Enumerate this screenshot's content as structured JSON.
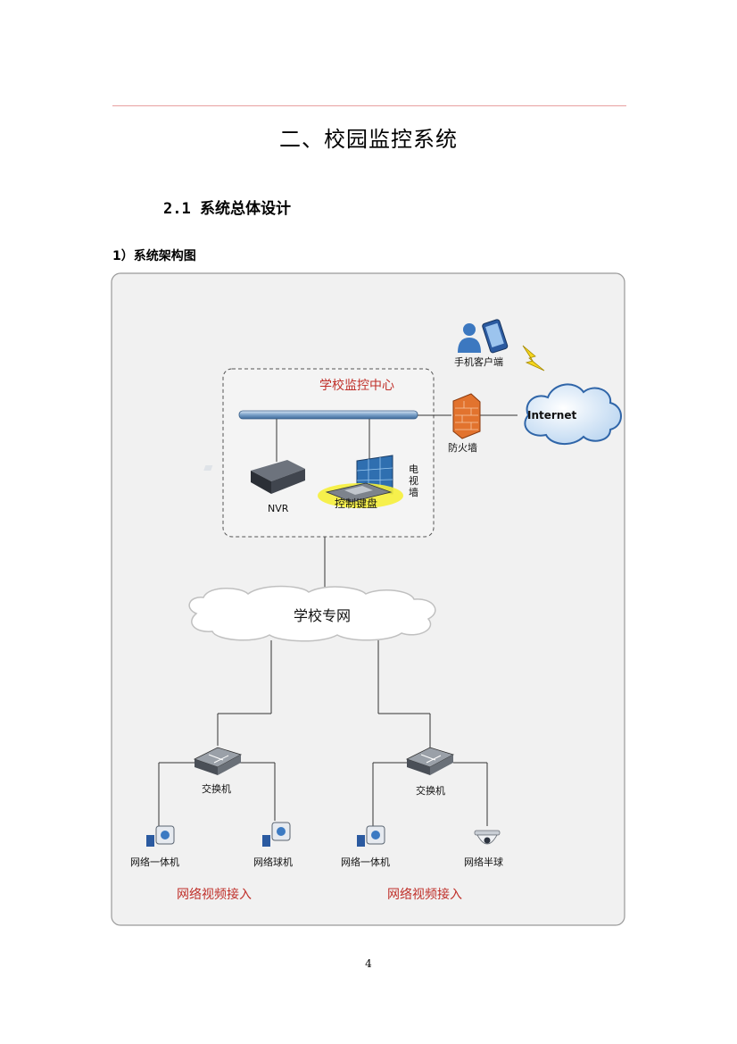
{
  "section_title": "二、校园监控系统",
  "subsection_title": "2.1 系统总体设计",
  "figure_heading": "1）系统架构图",
  "page_number": "4",
  "diagram": {
    "mobile_client": "手机客户端",
    "internet": "Internet",
    "control_center": "学校监控中心",
    "firewall": "防火墙",
    "nvr": "NVR",
    "control_keyboard": "控制键盘",
    "video_wall": "电视墙",
    "campus_network": "学校专网",
    "left_switch": "交换机",
    "right_switch": "交换机",
    "left_device_1": "网络一体机",
    "left_device_2": "网络球机",
    "right_device_1": "网络一体机",
    "right_device_2": "网络半球",
    "left_group": "网络视频接入",
    "right_group": "网络视频接入"
  },
  "colors": {
    "accent_red": "#c0302a",
    "header_rule": "#e8a0a0",
    "cloud_blue": "#3a78c4",
    "panel_bg": "#f1f1f1"
  }
}
